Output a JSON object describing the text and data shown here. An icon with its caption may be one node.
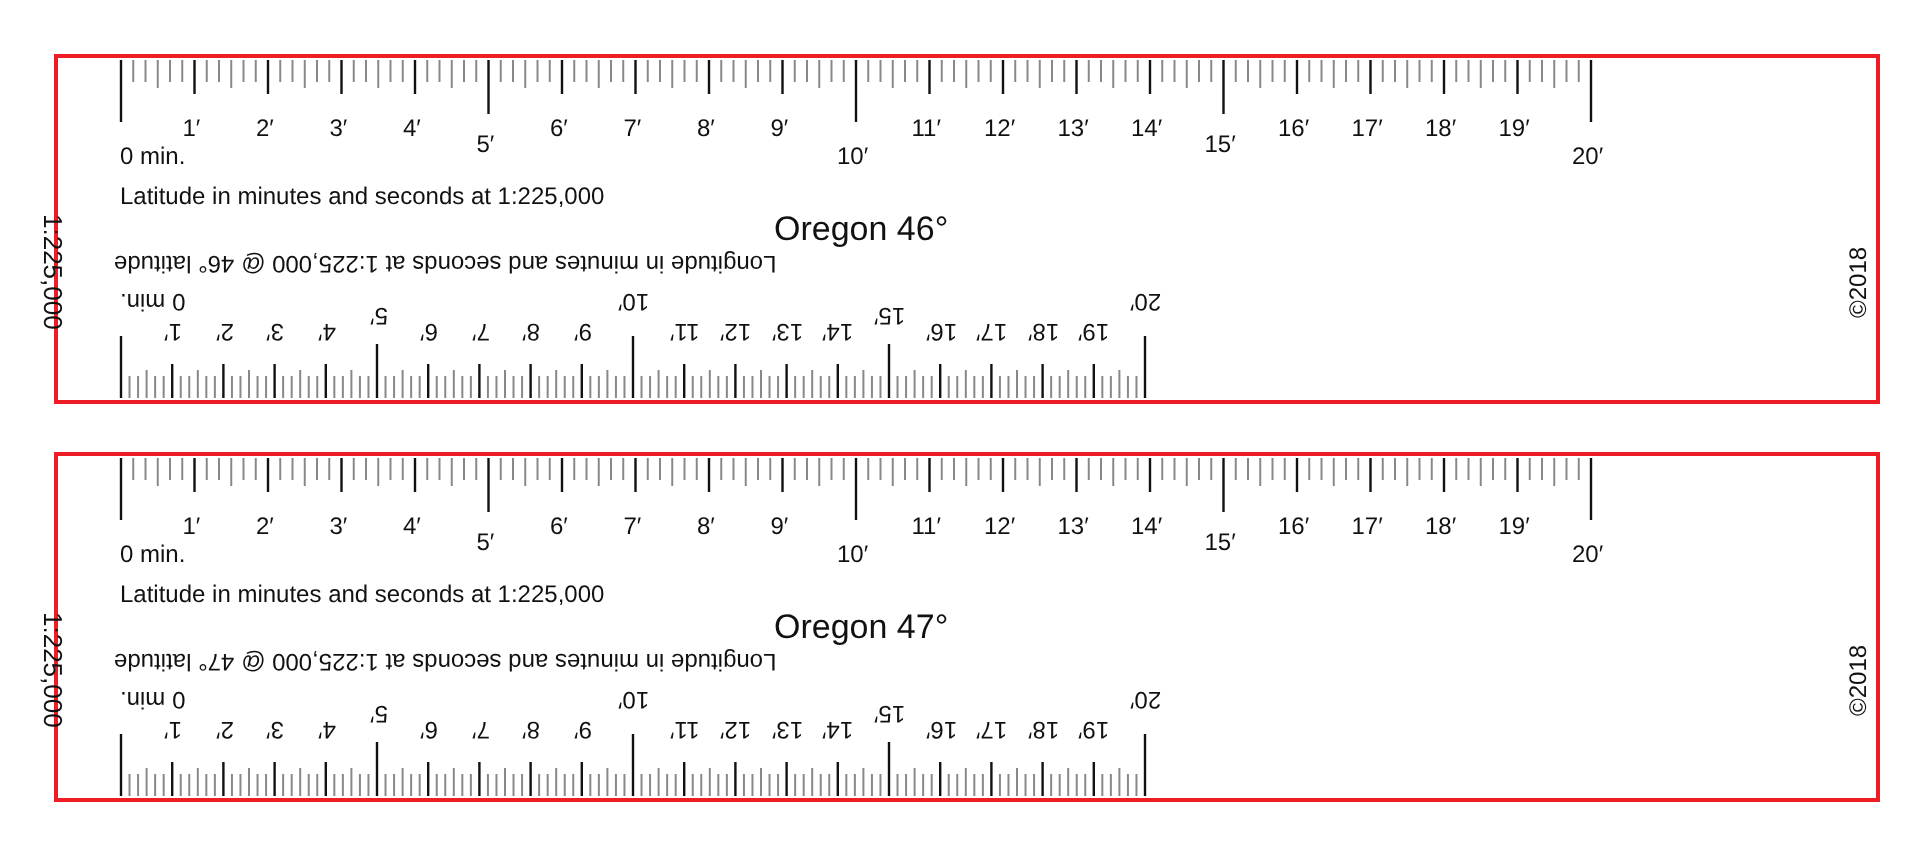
{
  "diagram": {
    "nodes": [
      {
        "text": [
          "1:225,000",
          "Latitude in minutes and seconds at 1:225,000",
          "Oregon 46°",
          "Longitude in minutes and seconds at 1:225,000 @ 46° latitude",
          "©2018"
        ]
      },
      {
        "text": [
          "1:225,000",
          "Latitude in minutes and seconds at 1:225,000",
          "Oregon 47°",
          "Longitude in minutes and seconds at 1:225,000 @ 47° latitude",
          "©2018"
        ]
      }
    ],
    "labels": [
      "0 min.",
      "1′",
      "2′",
      "3′",
      "4′",
      "5′",
      "6′",
      "7′",
      "8′",
      "9′",
      "10′",
      "11′",
      "12′",
      "13′",
      "14′",
      "15′",
      "16′",
      "17′",
      "18′",
      "19′",
      "20′",
      "0 min.",
      "1′",
      "2′",
      "3′",
      "4′",
      "5′",
      "6′",
      "7′",
      "8′",
      "9′",
      "10′",
      "11′",
      "12′",
      "13′",
      "14′",
      "15′",
      "16′",
      "17′",
      "18′",
      "19′",
      "20′",
      "0 min.",
      "1′",
      "2′",
      "3′",
      "4′",
      "5′",
      "6′",
      "7′",
      "8′",
      "9′",
      "10′",
      "11′",
      "12′",
      "13′",
      "14′",
      "15′",
      "16′",
      "17′",
      "18′",
      "19′",
      "20′",
      "0 min.",
      "1′",
      "2′",
      "3′",
      "4′",
      "5′",
      "6′",
      "7′",
      "8′",
      "9′",
      "10′",
      "11′",
      "12′",
      "13′",
      "14′",
      "15′",
      "16′",
      "17′",
      "18′",
      "19′",
      "20′"
    ]
  }
}
